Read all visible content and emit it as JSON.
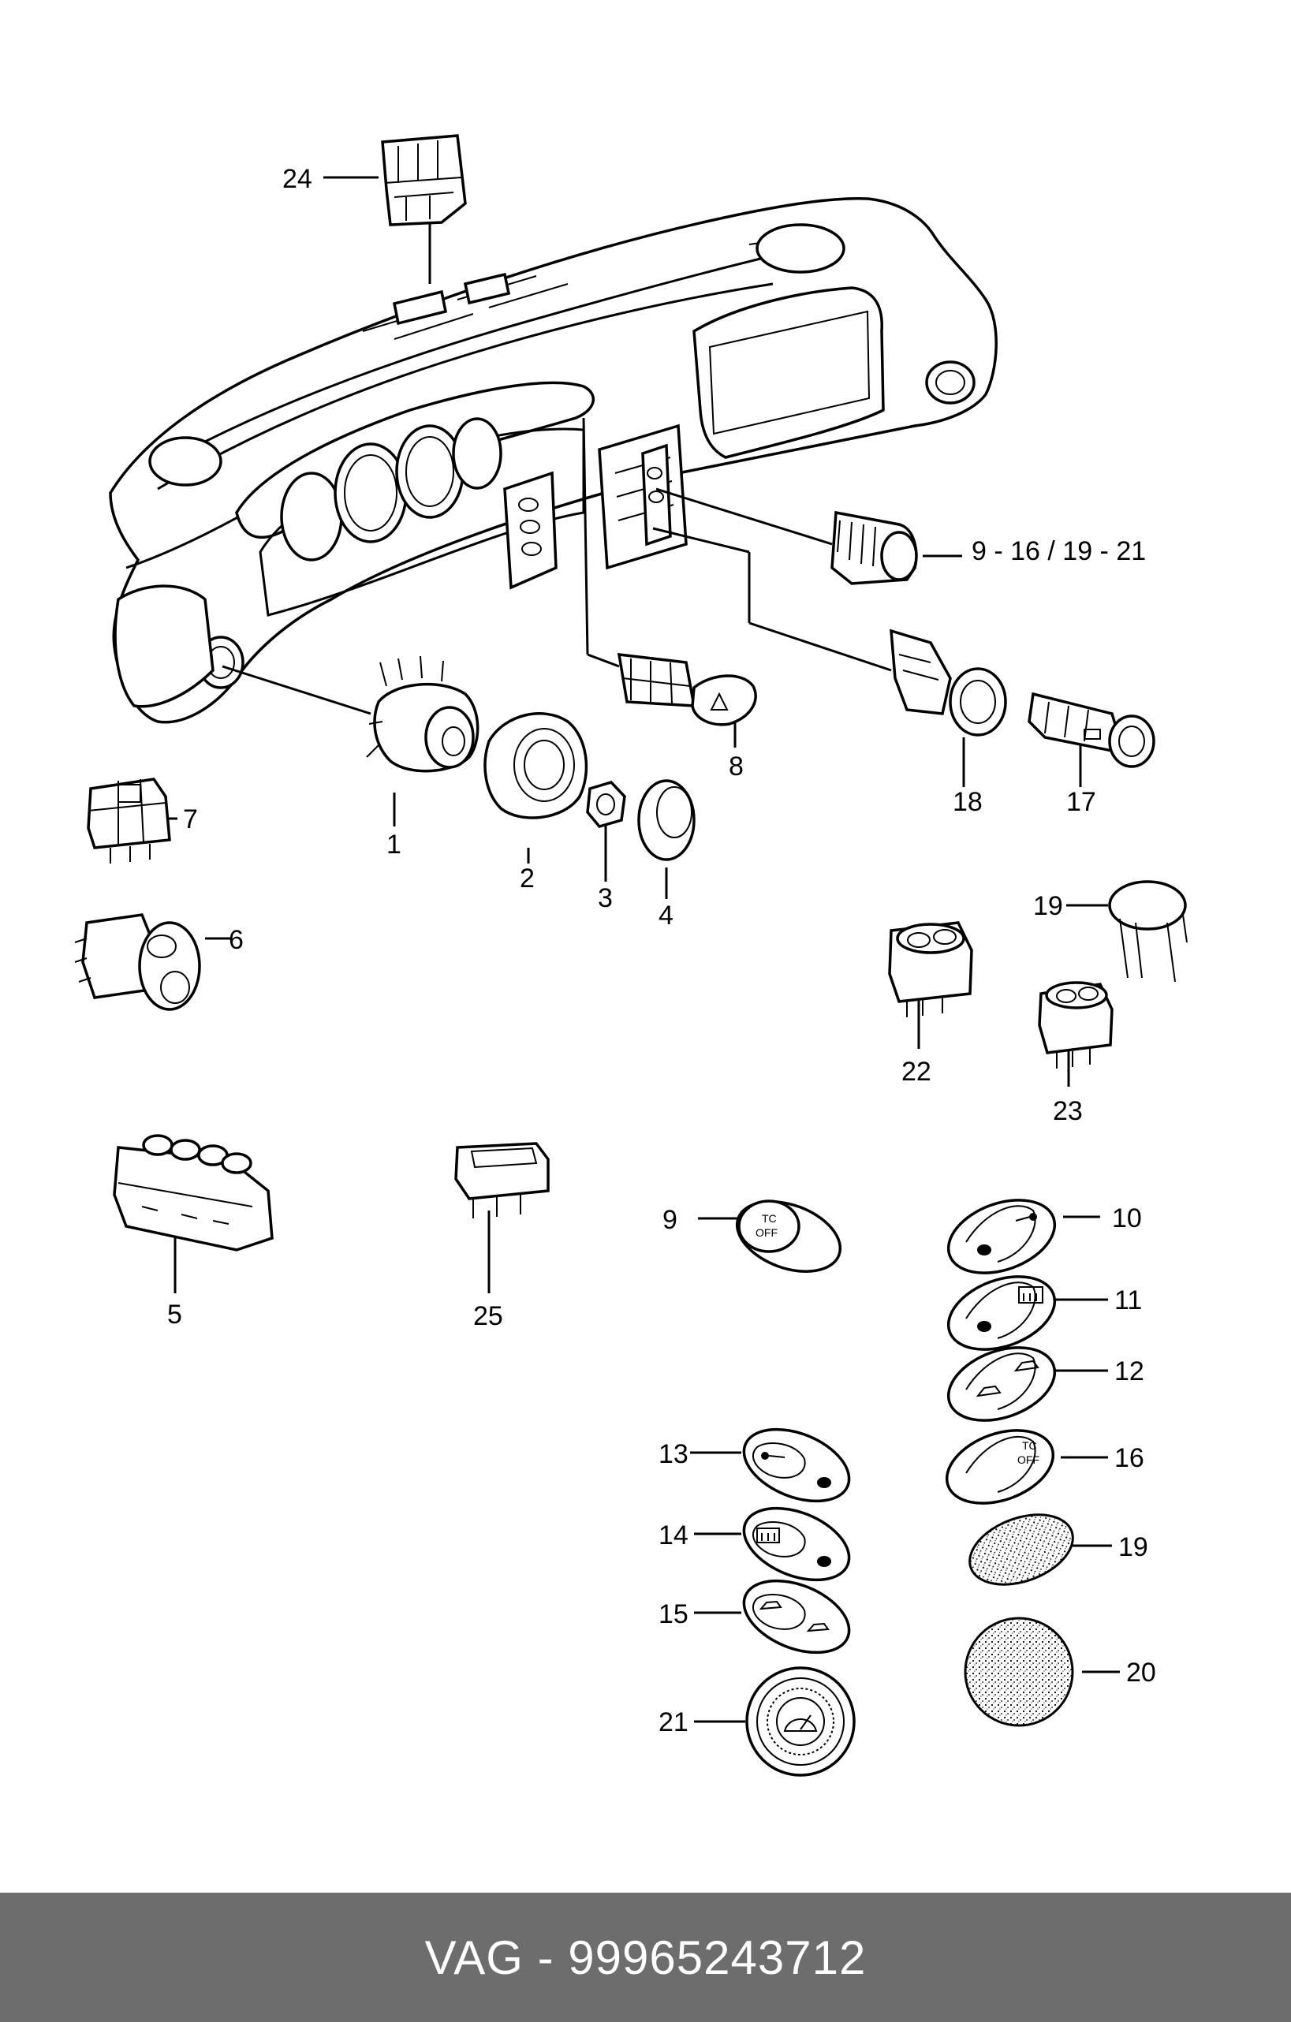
{
  "diagram": {
    "callouts": [
      {
        "id": "24",
        "label": "24"
      },
      {
        "id": "9-21",
        "label": "9 - 16 / 19 - 21"
      },
      {
        "id": "8",
        "label": "8"
      },
      {
        "id": "18",
        "label": "18"
      },
      {
        "id": "17",
        "label": "17"
      },
      {
        "id": "7",
        "label": "7"
      },
      {
        "id": "1",
        "label": "1"
      },
      {
        "id": "2",
        "label": "2"
      },
      {
        "id": "3",
        "label": "3"
      },
      {
        "id": "4",
        "label": "4"
      },
      {
        "id": "6",
        "label": "6"
      },
      {
        "id": "19a",
        "label": "19"
      },
      {
        "id": "22",
        "label": "22"
      },
      {
        "id": "23",
        "label": "23"
      },
      {
        "id": "5",
        "label": "5"
      },
      {
        "id": "25",
        "label": "25"
      },
      {
        "id": "9",
        "label": "9"
      },
      {
        "id": "10",
        "label": "10"
      },
      {
        "id": "11",
        "label": "11"
      },
      {
        "id": "12",
        "label": "12"
      },
      {
        "id": "13",
        "label": "13"
      },
      {
        "id": "16",
        "label": "16"
      },
      {
        "id": "14",
        "label": "14"
      },
      {
        "id": "19b",
        "label": "19"
      },
      {
        "id": "15",
        "label": "15"
      },
      {
        "id": "20",
        "label": "20"
      },
      {
        "id": "21",
        "label": "21"
      }
    ],
    "button_text": {
      "tc_line1": "TC",
      "tc_line2": "OFF"
    }
  },
  "footer": {
    "text": "VAG - 99965243712",
    "background": "#6d6d6d",
    "color": "#ffffff"
  }
}
